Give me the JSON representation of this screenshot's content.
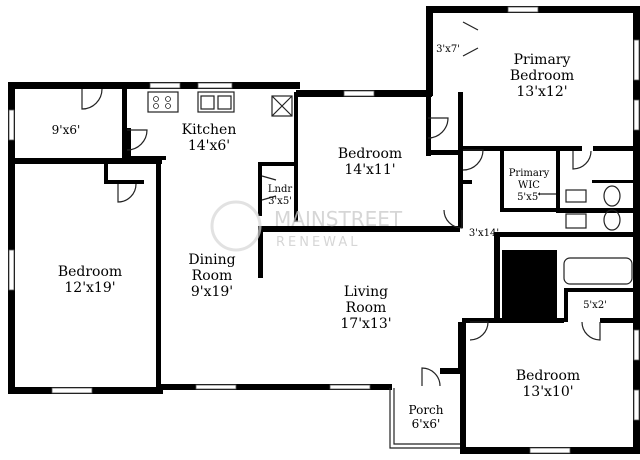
{
  "watermark": {
    "line1": "MAINSTREET",
    "line2": "RENEWAL"
  },
  "rooms": {
    "primary_bedroom": {
      "name_line1": "Primary",
      "name_line2": "Bedroom",
      "size": "13'x12'"
    },
    "closet_top": {
      "size": "3'x7'"
    },
    "closet_left": {
      "size": "9'x6'"
    },
    "kitchen": {
      "name": "Kitchen",
      "size": "14'x6'"
    },
    "bedroom_middle": {
      "name": "Bedroom",
      "size": "14'x11'"
    },
    "laundry": {
      "name": "Lndr",
      "size": "3'x5'"
    },
    "primary_wic": {
      "name_line1": "Primary",
      "name_line2": "WIC",
      "size": "5'x5'"
    },
    "hall": {
      "size": "3'x14'"
    },
    "bedroom_left": {
      "name": "Bedroom",
      "size": "12'x19'"
    },
    "dining_room": {
      "name_line1": "Dining",
      "name_line2": "Room",
      "size": "9'x19'"
    },
    "living_room": {
      "name_line1": "Living",
      "name_line2": "Room",
      "size": "17'x13'"
    },
    "closet_small": {
      "size": "5'x2'"
    },
    "bedroom_bottom_right": {
      "name": "Bedroom",
      "size": "13'x10'"
    },
    "porch": {
      "name": "Porch",
      "size": "6'x6'"
    }
  }
}
